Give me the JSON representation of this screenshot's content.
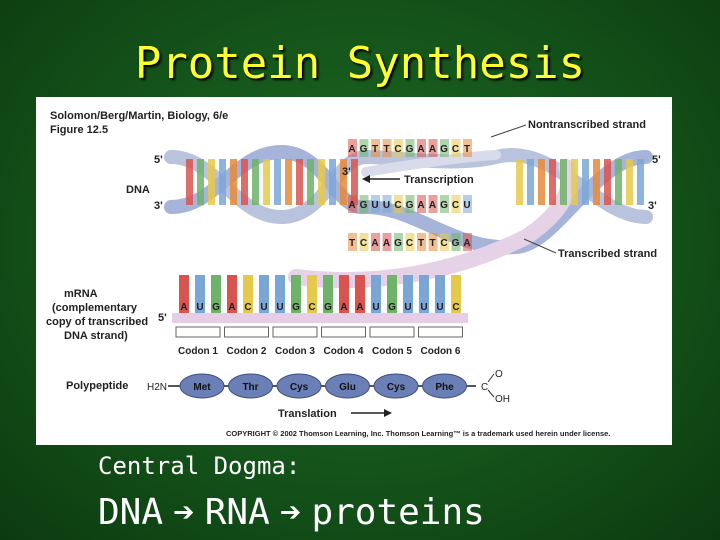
{
  "slide": {
    "title": "Protein Synthesis",
    "subtitle": "Central Dogma:",
    "dogma": {
      "dna": "DNA",
      "arrow": "➔",
      "rna": "RNA",
      "proteins": "proteins"
    }
  },
  "figure": {
    "source_line1": "Solomon/Berg/Martin, Biology, 6/e",
    "source_line2": "Figure 12.5",
    "label_dna": "DNA",
    "label_nontranscribed": "Nontranscribed strand",
    "label_transcription": "Transcription",
    "label_transcribed": "Transcribed strand",
    "label_mrna_1": "mRNA",
    "label_mrna_2": "(complementary",
    "label_mrna_3": "copy of transcribed",
    "label_mrna_4": "DNA strand)",
    "label_polypeptide": "Polypeptide",
    "label_translation": "Translation",
    "prime5": "5'",
    "prime3": "3'",
    "h2n": "H2N",
    "cooh_o": "O",
    "cooh_c": "C",
    "cooh_oh": "OH",
    "copyright": "COPYRIGHT © 2002 Thomson Learning, Inc. Thomson Learning™ is a trademark used herein under license.",
    "top_bases": [
      "A",
      "G",
      "T",
      "T",
      "C",
      "G",
      "A",
      "A",
      "G",
      "C",
      "T"
    ],
    "mid_bases": [
      "A",
      "G",
      "U",
      "U",
      "C",
      "G",
      "A",
      "A",
      "G",
      "C",
      "U"
    ],
    "low_bases": [
      "T",
      "C",
      "A",
      "A",
      "G",
      "C",
      "T",
      "T",
      "C",
      "G",
      "A"
    ],
    "mrna_bases": [
      "A",
      "U",
      "G",
      "A",
      "C",
      "U",
      "U",
      "G",
      "C",
      "G",
      "A",
      "A",
      "U",
      "G",
      "U",
      "U",
      "U",
      "C"
    ],
    "codons": [
      "Codon 1",
      "Codon 2",
      "Codon 3",
      "Codon 4",
      "Codon 5",
      "Codon 6"
    ],
    "amino_acids": [
      "Met",
      "Thr",
      "Cys",
      "Glu",
      "Cys",
      "Phe"
    ],
    "base_colors": {
      "A": "#d9534f",
      "U": "#7aa6d6",
      "T": "#e58a3a",
      "G": "#6fb26a",
      "C": "#e6c94a"
    }
  }
}
